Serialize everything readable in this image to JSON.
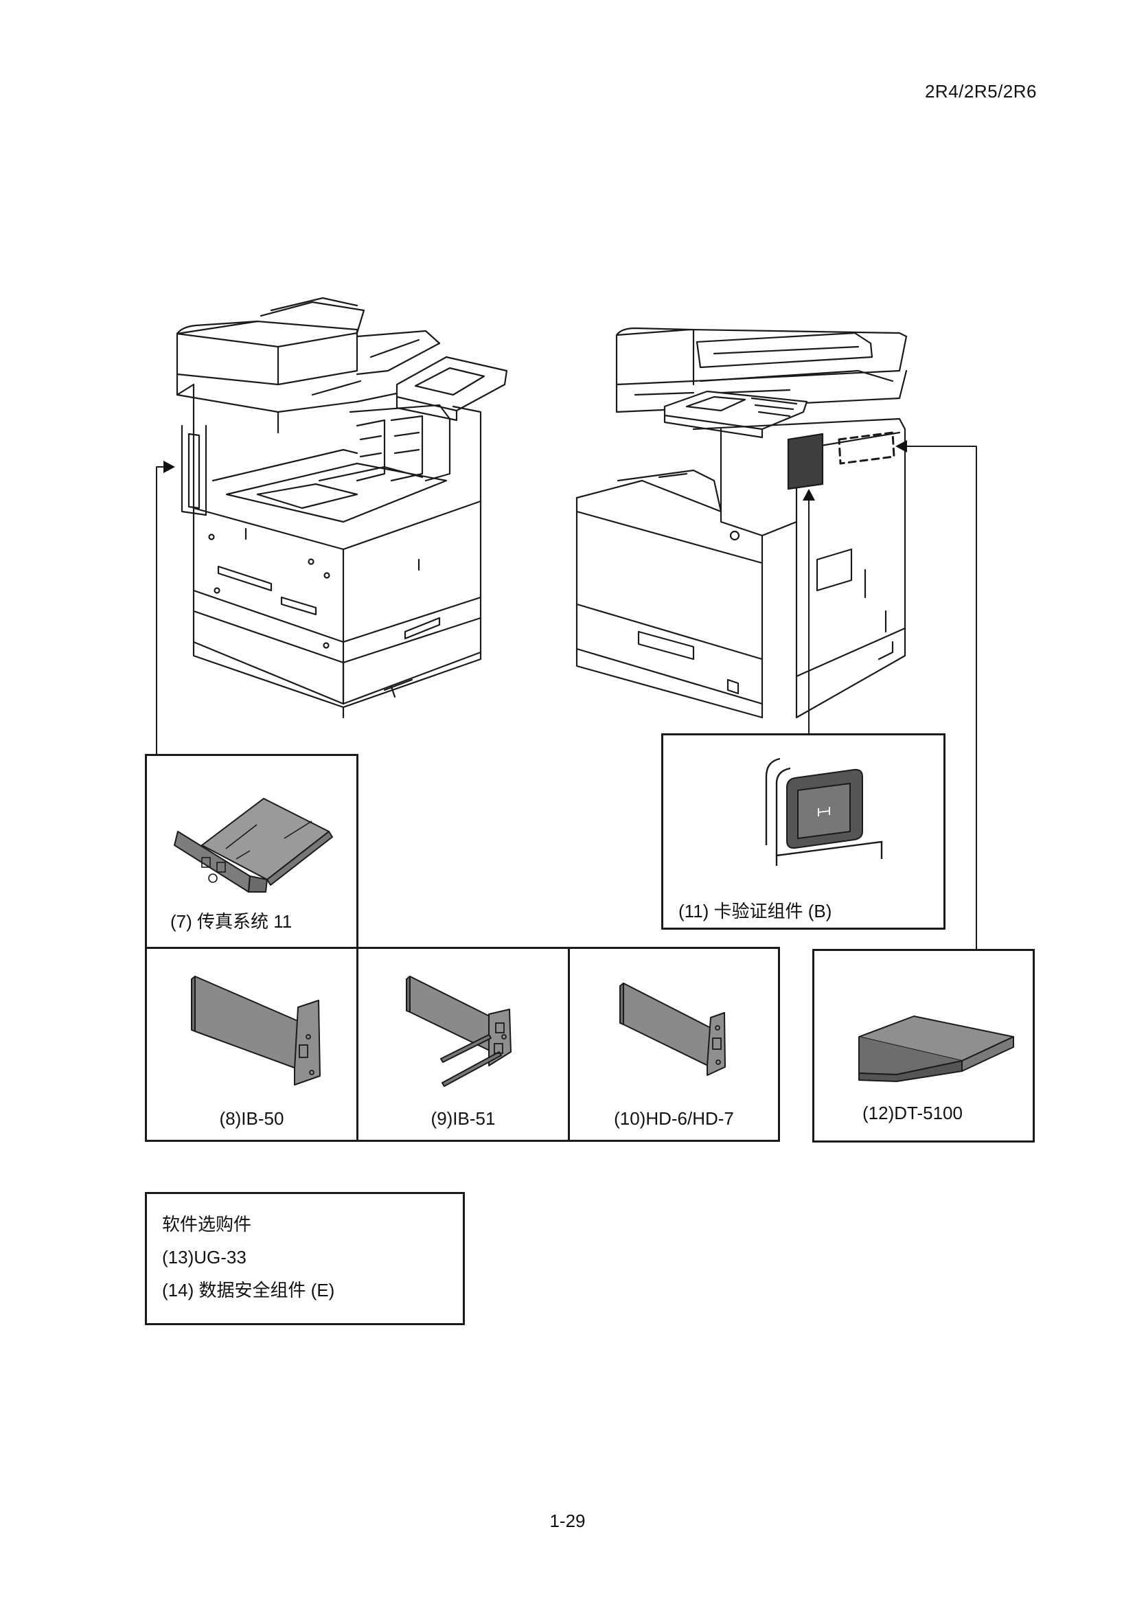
{
  "header": {
    "model_code": "2R4/2R5/2R6"
  },
  "options": [
    {
      "id": "fax",
      "caption": "(7) 传真系统 11"
    },
    {
      "id": "card",
      "caption": "(11) 卡验证组件 (B)"
    },
    {
      "id": "ib50",
      "caption": "(8)IB-50"
    },
    {
      "id": "ib51",
      "caption": "(9)IB-51"
    },
    {
      "id": "hdd",
      "caption": "(10)HD-6/HD-7"
    },
    {
      "id": "tray",
      "caption": "(12)DT-5100"
    }
  ],
  "software": {
    "title": "软件选购件",
    "items": [
      "(13)UG-33",
      "(14) 数据安全组件 (E)"
    ]
  },
  "footer": {
    "page_number": "1-29"
  }
}
